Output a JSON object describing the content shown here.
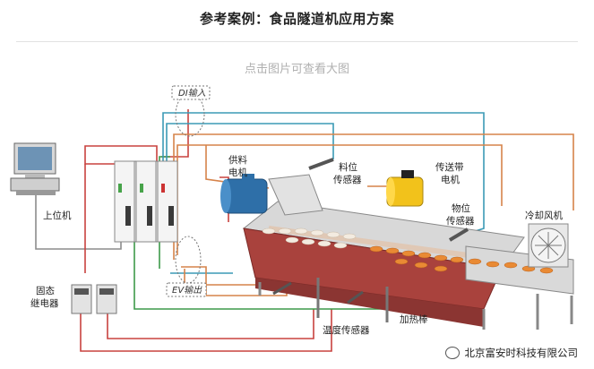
{
  "title": "参考案例：食品隧道机应用方案",
  "hint": "点击图片可查看大图",
  "labels": {
    "upper_computer": "上位机",
    "di_input": "DI输入",
    "ev_output": "EV输出",
    "ssr_line1": "固态",
    "ssr_line2": "继电器",
    "feed_motor_line1": "供料",
    "feed_motor_line2": "电机",
    "level_sensor_line1": "料位",
    "level_sensor_line2": "传感器",
    "conveyor_motor_line1": "传送带",
    "conveyor_motor_line2": "电机",
    "object_sensor_line1": "物位",
    "object_sensor_line2": "传感器",
    "cooling_fan": "冷却风机",
    "heating_rod": "加热棒",
    "temp_sensor": "温度传感器"
  },
  "watermark": "北京富安时科技有限公司",
  "colors": {
    "wire_red": "#c8423f",
    "wire_green": "#3d9a4a",
    "wire_blue": "#3b9ab5",
    "wire_orange": "#d6834a",
    "wire_gray": "#8c8c8c",
    "oven_red": "#a9423d",
    "feed_motor_blue": "#2e6fa8",
    "conveyor_motor_yellow": "#f2c21b"
  }
}
